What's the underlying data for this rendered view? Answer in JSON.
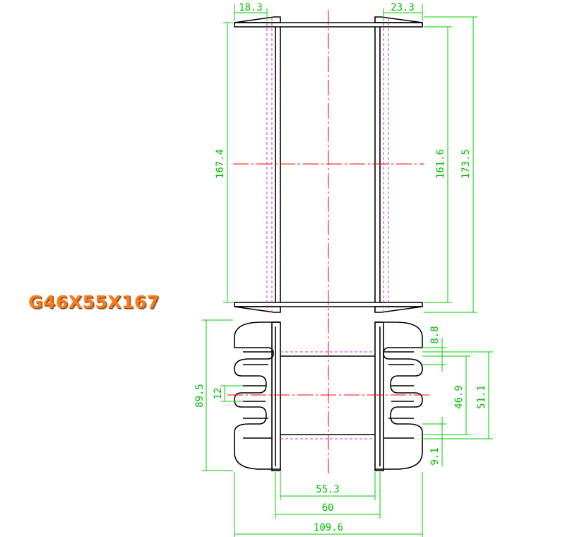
{
  "model_label": "G46X55X167",
  "dimensions": {
    "top_left_flange": "18.3",
    "top_right_flange": "23.3",
    "left_height": "167.4",
    "inner_height": "161.6",
    "total_height": "173.5",
    "bottom_overall_height": "89.5",
    "slot_width": "12",
    "top_slot": "8.8",
    "core_height": "46.9",
    "window_height": "51.1",
    "bottom_slot": "9.1",
    "core_width": "55.3",
    "window_width": "60",
    "overall_width": "109.6"
  },
  "colors": {
    "outline": "#000000",
    "dimension": "#00cc00",
    "centerline": "#ff0000",
    "hidden_line": "#cc33cc",
    "label": "#ff7a1a"
  }
}
